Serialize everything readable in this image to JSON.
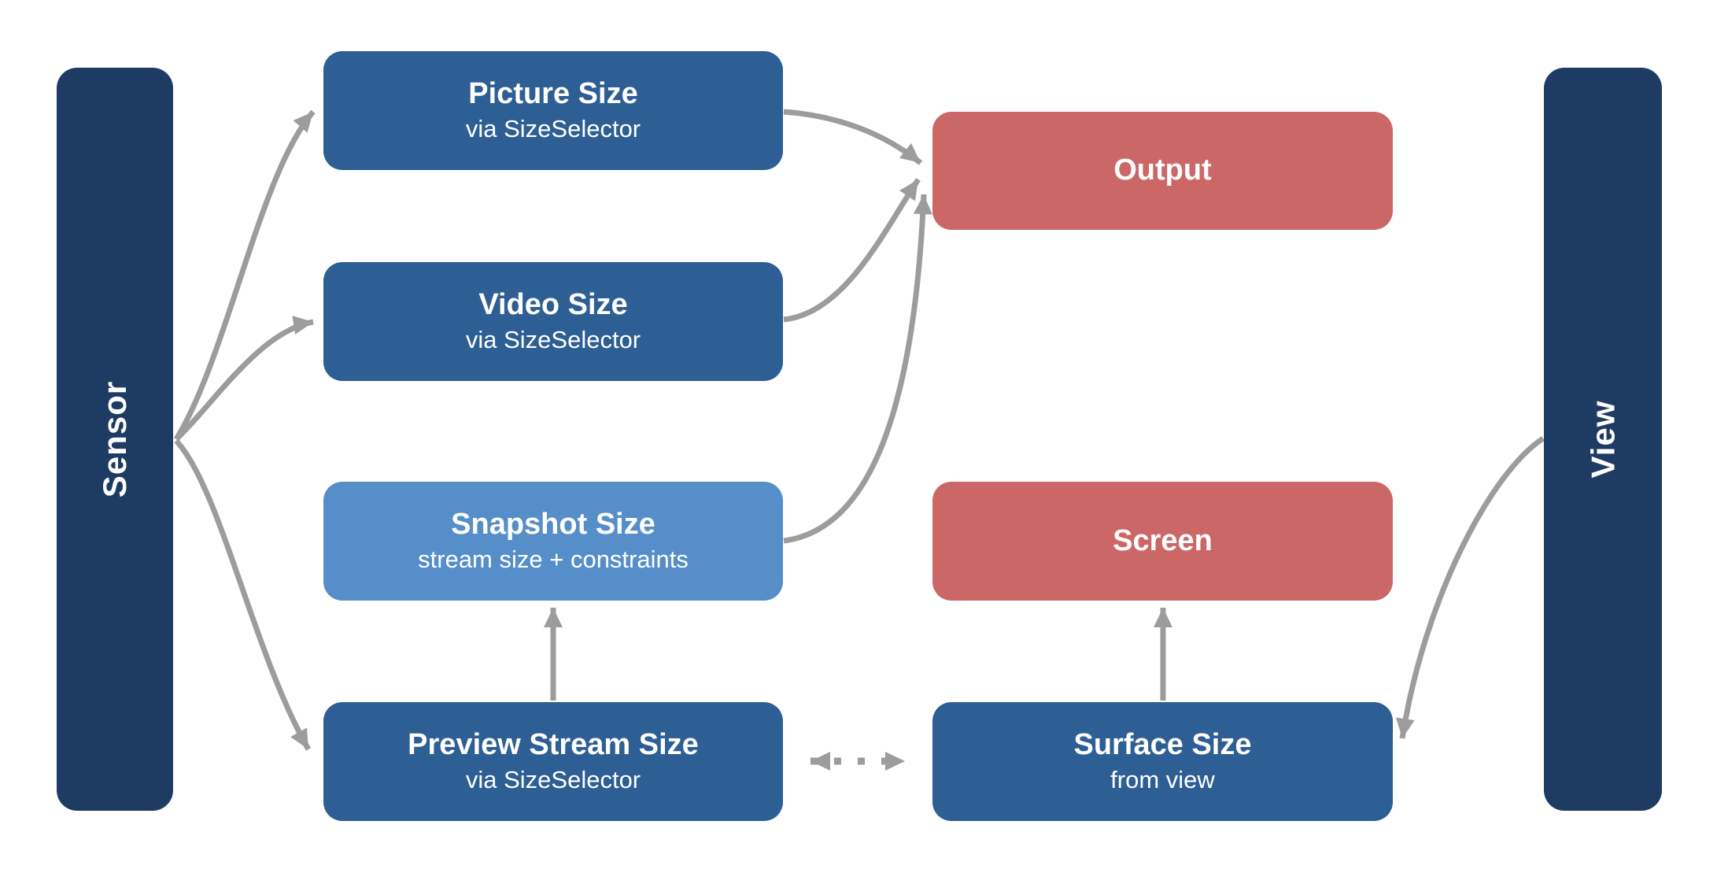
{
  "diagram": {
    "background": "#ffffff",
    "colors": {
      "bar_navy": "#1d3b63",
      "node_blue": "#2d5e94",
      "node_light_blue": "#568ec9",
      "node_red": "#cb6767",
      "arrow_gray": "#9c9c9c",
      "text": "#ffffff"
    },
    "bars": {
      "sensor": {
        "label": "Sensor"
      },
      "view": {
        "label": "View"
      }
    },
    "nodes": {
      "picture": {
        "title": "Picture Size",
        "subtitle": "via SizeSelector"
      },
      "video": {
        "title": "Video Size",
        "subtitle": "via SizeSelector"
      },
      "snapshot": {
        "title": "Snapshot Size",
        "subtitle": "stream size + constraints"
      },
      "preview": {
        "title": "Preview Stream Size",
        "subtitle": "via SizeSelector"
      },
      "output": {
        "title": "Output"
      },
      "screen": {
        "title": "Screen"
      },
      "surface": {
        "title": "Surface Size",
        "subtitle": "from view"
      }
    },
    "edges": [
      {
        "from": "Sensor",
        "to": "Picture Size",
        "style": "solid",
        "direction": "one-way"
      },
      {
        "from": "Sensor",
        "to": "Video Size",
        "style": "solid",
        "direction": "one-way"
      },
      {
        "from": "Sensor",
        "to": "Preview Stream Size",
        "style": "solid",
        "direction": "one-way"
      },
      {
        "from": "Picture Size",
        "to": "Output",
        "style": "solid",
        "direction": "one-way"
      },
      {
        "from": "Video Size",
        "to": "Output",
        "style": "solid",
        "direction": "one-way"
      },
      {
        "from": "Snapshot Size",
        "to": "Output",
        "style": "solid",
        "direction": "one-way"
      },
      {
        "from": "Preview Stream Size",
        "to": "Snapshot Size",
        "style": "solid",
        "direction": "one-way"
      },
      {
        "from": "Surface Size",
        "to": "Screen",
        "style": "solid",
        "direction": "one-way"
      },
      {
        "from": "Preview Stream Size",
        "to": "Surface Size",
        "style": "dotted",
        "direction": "two-way"
      },
      {
        "from": "View",
        "to": "Surface Size",
        "style": "solid",
        "direction": "one-way"
      }
    ]
  }
}
